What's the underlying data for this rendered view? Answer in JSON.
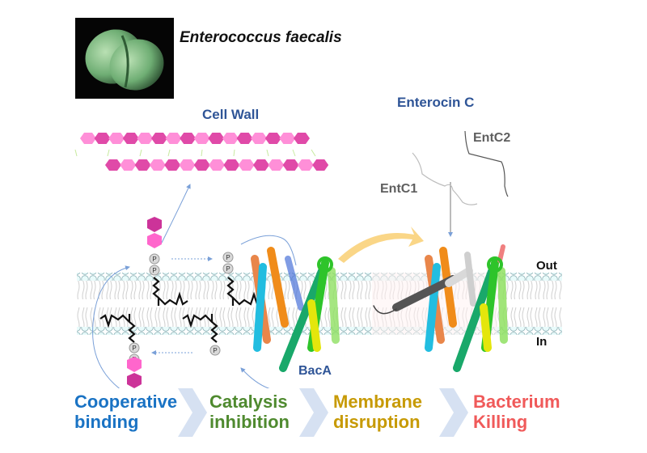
{
  "organism": {
    "image": "sem-micrograph-enterococcus",
    "name": "Enterococcus faecalis"
  },
  "labels": {
    "cell_wall": "Cell Wall",
    "enterocin": "Enterocin C",
    "entc1": "EntC1",
    "entc2": "EntC2",
    "baca": "BacA",
    "out": "Out",
    "in": "In",
    "phosphate": "P"
  },
  "steps": [
    {
      "line1": "Cooperative",
      "line2": "binding",
      "color": "#1a73c4"
    },
    {
      "line1": "Catalysis",
      "line2": "inhibition",
      "color": "#4f8a2f"
    },
    {
      "line1": "Membrane",
      "line2": "disruption",
      "color": "#c79a05"
    },
    {
      "line1": "Bacterium",
      "line2": "Killing",
      "color": "#f05a5a"
    }
  ],
  "colors": {
    "title_blue": "#2f5597",
    "hexagon_light": "#ff8fd8",
    "hexagon_dark": "#e04aa8",
    "membrane_bead": "#e9fbfb",
    "chevron": "#d6e1f2",
    "flow_arrow": "#7aa0d8",
    "big_arrow": "#f9d27a"
  }
}
